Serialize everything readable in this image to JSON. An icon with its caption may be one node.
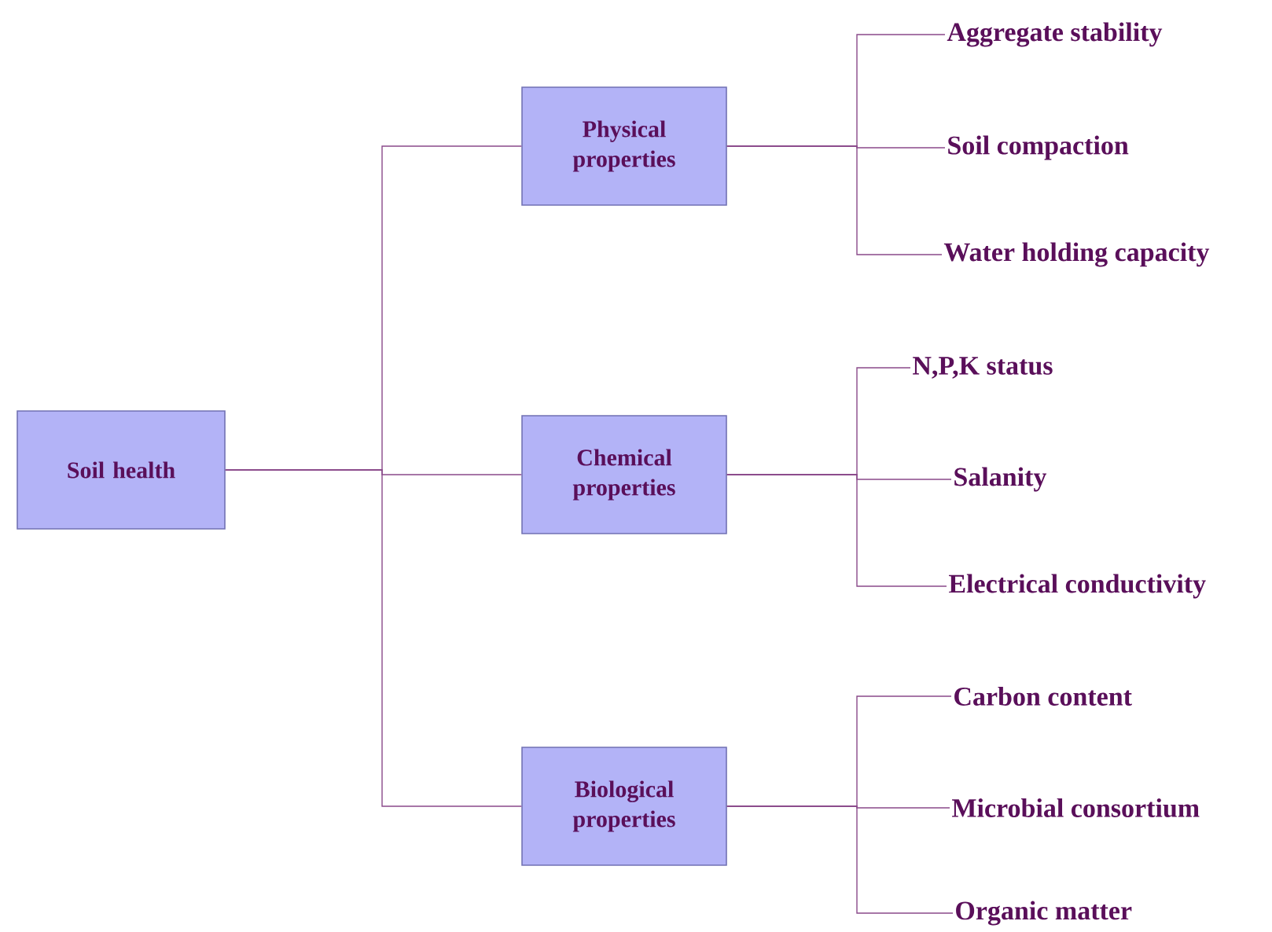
{
  "diagram": {
    "nodes": [
      {
        "text": [
          "Soil health"
        ]
      },
      {
        "text": [
          "Physical properties"
        ]
      },
      {
        "text": [
          "Chemical properties"
        ]
      },
      {
        "text": [
          "Biological properties"
        ]
      },
      {
        "text": [
          "Aggregate stability"
        ]
      },
      {
        "text": [
          "Soil compaction"
        ]
      },
      {
        "text": [
          "Water holding capacity"
        ]
      },
      {
        "text": [
          "N,P,K status"
        ]
      },
      {
        "text": [
          "Salanity"
        ]
      },
      {
        "text": [
          "Electrical conductivity"
        ]
      },
      {
        "text": [
          "Carbon content"
        ]
      },
      {
        "text": [
          "Microbial consortium"
        ]
      },
      {
        "text": [
          "Organic matter"
        ]
      }
    ],
    "edges": [
      {
        "from": 0,
        "to": 1,
        "arrow": "none"
      },
      {
        "from": 0,
        "to": 2,
        "arrow": "none"
      },
      {
        "from": 0,
        "to": 3,
        "arrow": "none"
      },
      {
        "from": 1,
        "to": 4,
        "arrow": "none"
      },
      {
        "from": 1,
        "to": 5,
        "arrow": "none"
      },
      {
        "from": 1,
        "to": 6,
        "arrow": "none"
      },
      {
        "from": 2,
        "to": 7,
        "arrow": "none"
      },
      {
        "from": 2,
        "to": 8,
        "arrow": "none"
      },
      {
        "from": 2,
        "to": 9,
        "arrow": "none"
      },
      {
        "from": 3,
        "to": 10,
        "arrow": "none"
      },
      {
        "from": 3,
        "to": 11,
        "arrow": "none"
      },
      {
        "from": 3,
        "to": 12,
        "arrow": "none"
      }
    ]
  }
}
